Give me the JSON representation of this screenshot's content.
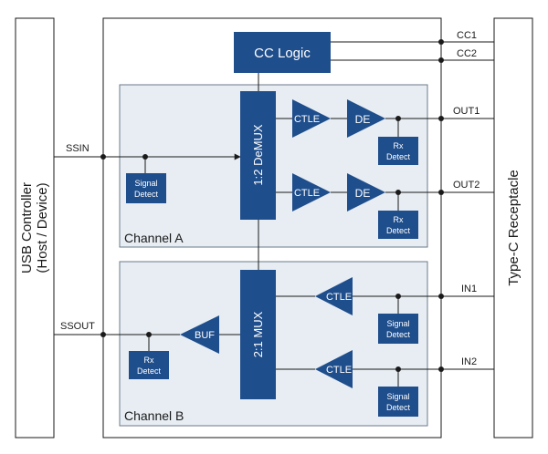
{
  "left_box": {
    "line1": "USB Controller",
    "line2": "(Host / Device)"
  },
  "right_box": {
    "label": "Type-C Receptacle"
  },
  "cc_logic": {
    "label": "CC Logic"
  },
  "channel_a": {
    "label": "Channel A",
    "demux": "1:2 DeMUX",
    "ctle": "CTLE",
    "de": "DE",
    "signal_detect": {
      "line1": "Signal",
      "line2": "Detect"
    },
    "rx_detect": {
      "line1": "Rx",
      "line2": "Detect"
    }
  },
  "channel_b": {
    "label": "Channel B",
    "mux": "2:1 MUX",
    "ctle": "CTLE",
    "buf": "BUF",
    "signal_detect": {
      "line1": "Signal",
      "line2": "Detect"
    },
    "rx_detect": {
      "line1": "Rx",
      "line2": "Detect"
    }
  },
  "signals": {
    "ssin": "SSIN",
    "ssout": "SSOUT",
    "cc1": "CC1",
    "cc2": "CC2",
    "out1": "OUT1",
    "out2": "OUT2",
    "in1": "IN1",
    "in2": "IN2"
  },
  "colors": {
    "block": "#1f4e8c",
    "channel_bg": "#e7edf3",
    "outline": "#1a1a1a"
  }
}
